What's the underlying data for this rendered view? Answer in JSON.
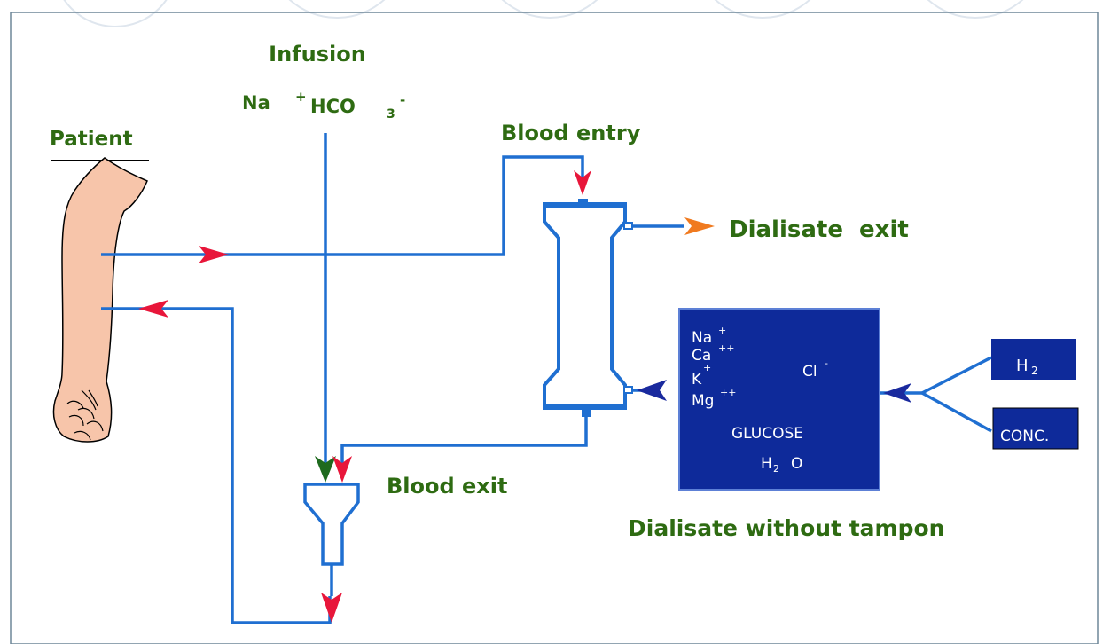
{
  "labels": {
    "infusion": "Infusion",
    "na": "Na",
    "na_sup": "+",
    "hco": "HCO",
    "hco_sub": "3",
    "hco_sup": "-",
    "patient": "Patient",
    "blood_entry": "Blood entry",
    "dialisate_exit": "Dialisate  exit",
    "blood_exit": "Blood exit",
    "dialisate_without_tampon": "Dialisate without tampon"
  },
  "dialisate_box": {
    "na": "Na",
    "na_sup": "+",
    "ca": "Ca",
    "ca_sup": "++",
    "k": "K",
    "k_sup": "+",
    "mg": "Mg",
    "mg_sup": "++",
    "cl": "Cl",
    "cl_sup": "-",
    "glucose": "GLUCOSE",
    "h2o_h": "H",
    "h2o_sub": "2",
    "h2o_o": "O"
  },
  "source_boxes": {
    "h2_h": "H",
    "h2_sub": "2",
    "conc": "CONC."
  },
  "colors": {
    "pipe": "#1f6fd1",
    "arrow_red": "#e8163a",
    "arrow_orange": "#f07a1f",
    "arrow_navy": "#1a2a9e",
    "arrow_green": "#1e6a1e",
    "box_fill": "#0e2a9a",
    "label_green": "#2e6b12",
    "skin": "#f7c5aa"
  }
}
